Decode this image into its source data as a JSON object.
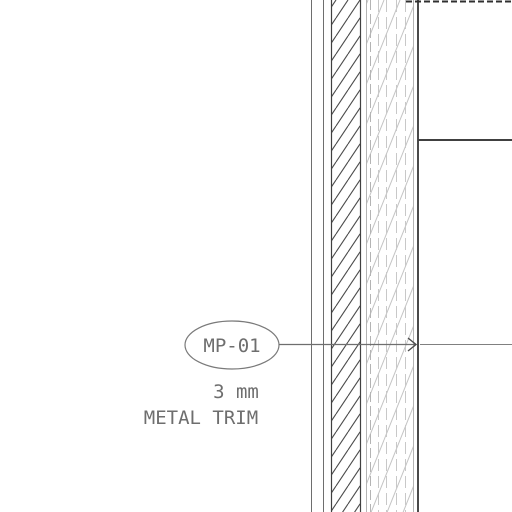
{
  "tag": {
    "code": "MP-01",
    "dimension": "3 mm",
    "description": "METAL TRIM"
  },
  "colors": {
    "background": "#ffffff",
    "dark_line": "#505050",
    "medium_line": "#6e6e6e",
    "light_line": "#b4b4b4",
    "text": "#6e6e6e"
  }
}
